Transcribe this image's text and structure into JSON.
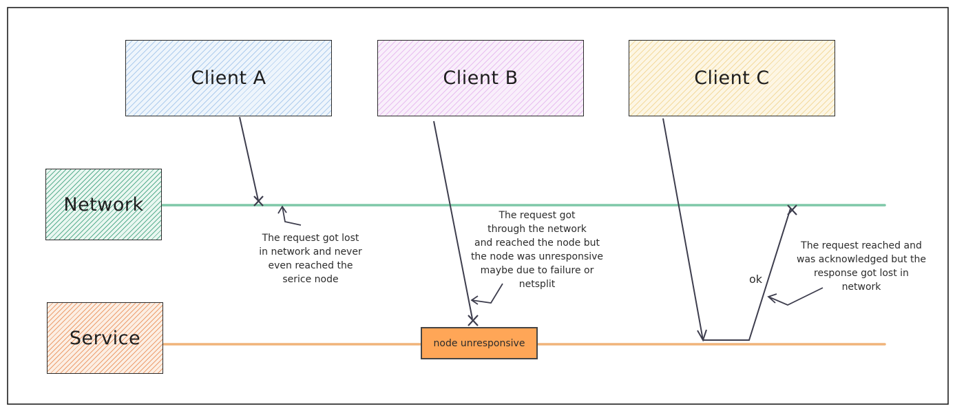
{
  "clients": [
    {
      "label": "Client A",
      "color": "#a5c8ee"
    },
    {
      "label": "Client B",
      "color": "#e3b0ee"
    },
    {
      "label": "Client C",
      "color": "#f2d38a"
    }
  ],
  "layers": {
    "network": {
      "label": "Network",
      "line_color": "#7ec8a8"
    },
    "service": {
      "label": "Service",
      "line_color": "#f0b47a"
    }
  },
  "unresponsive_node": {
    "label": "node unresponsive",
    "color": "#ffa657"
  },
  "notes": {
    "client_a": "The request got lost\nin network and never\neven reached the\nserice node",
    "client_b": "The request got\nthrough the network\nand reached the node but\nthe node was unresponsive\nmaybe due to failure or\nnetsplit",
    "client_c": "The request reached and\nwas acknowledged but the\nresponse got lost in\nnetwork",
    "ok_label": "ok"
  }
}
